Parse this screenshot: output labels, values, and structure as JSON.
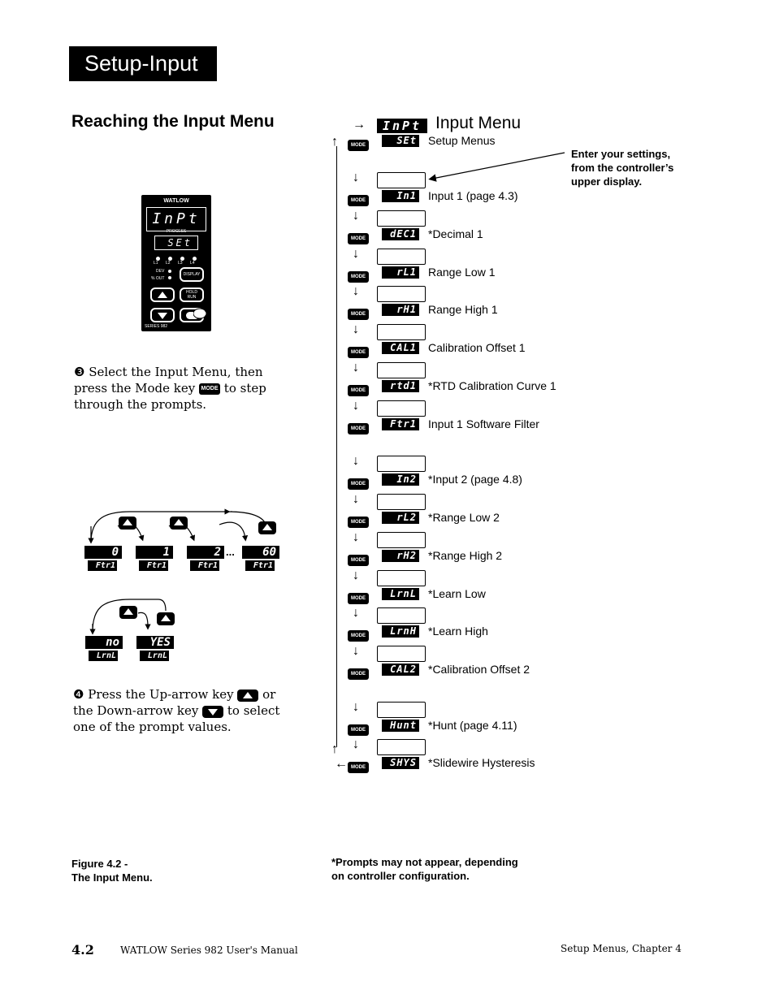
{
  "header": {
    "title": "Setup-Input"
  },
  "left": {
    "section_heading": "Reaching the Input Menu",
    "controller": {
      "brand": "WATLOW",
      "upper_display": "InPt",
      "process_label": "PROCESS",
      "lower_display": "SEt",
      "leds": [
        "L1",
        "L2",
        "L3",
        "L4"
      ],
      "dev_label": "DEV",
      "out_label": "% OUT",
      "display_key": "DISPLAY",
      "hold_label": "HOLD",
      "run_label": "RUN",
      "series_label": "SERIES 982"
    },
    "step3": {
      "bullet": "❸",
      "text_before": "Select the Input Menu, then press the Mode key",
      "mode_key": "MODE",
      "text_after": "to step through the prompts."
    },
    "cycle_demo": {
      "values": [
        "0",
        "1",
        "2",
        "60"
      ],
      "prompt": "Ftr1",
      "ellipsis": "...",
      "ellipsis_2": "···"
    },
    "learn_demo": {
      "values": [
        "no",
        "YES"
      ],
      "prompt": "LrnL"
    },
    "step4": {
      "bullet": "❹",
      "text_1": "Press the Up-arrow key",
      "text_2": "or the Down-arrow key",
      "text_3": "to select one of the prompt values."
    },
    "figure_caption": {
      "line1": "Figure 4.2 -",
      "line2": "The Input Menu."
    }
  },
  "right": {
    "menu_display": "InPt",
    "menu_title": "Input Menu",
    "setup_display": "SEt",
    "setup_label": "Setup Menus",
    "callout": {
      "line1": "Enter your settings,",
      "line2": "from the controller’s",
      "line3": "upper display."
    },
    "mode_key": "MODE",
    "arrow_down": "↓",
    "arrow_up": "↑",
    "arrow_left": "←",
    "arrow_right": "→",
    "prompts": [
      {
        "code": "In1",
        "label": "Input 1 (page 4.3)"
      },
      {
        "code": "dEC1",
        "label": "*Decimal 1"
      },
      {
        "code": "rL1",
        "label": "Range Low 1"
      },
      {
        "code": "rH1",
        "label": "Range High 1"
      },
      {
        "code": "CAL1",
        "label": "Calibration Offset 1"
      },
      {
        "code": "rtd1",
        "label": "*RTD Calibration Curve 1"
      },
      {
        "code": "Ftr1",
        "label": "Input 1 Software Filter"
      },
      {
        "code": "In2",
        "label": "*Input 2 (page 4.8)"
      },
      {
        "code": "rL2",
        "label": "*Range Low 2"
      },
      {
        "code": "rH2",
        "label": "*Range High 2"
      },
      {
        "code": "LrnL",
        "label": "*Learn Low"
      },
      {
        "code": "LrnH",
        "label": "*Learn High"
      },
      {
        "code": "CAL2",
        "label": "*Calibration Offset 2"
      },
      {
        "code": "Hunt",
        "label": "*Hunt (page 4.11)"
      },
      {
        "code": "SHYS",
        "label": "*Slidewire Hysteresis"
      }
    ],
    "footnote": {
      "line1": "*Prompts may not appear, depending",
      "line2": "on controller configuration."
    }
  },
  "footer": {
    "page_number": "4.2",
    "manual_title": "WATLOW Series 982 User's Manual",
    "chapter": "Setup Menus, Chapter 4"
  }
}
